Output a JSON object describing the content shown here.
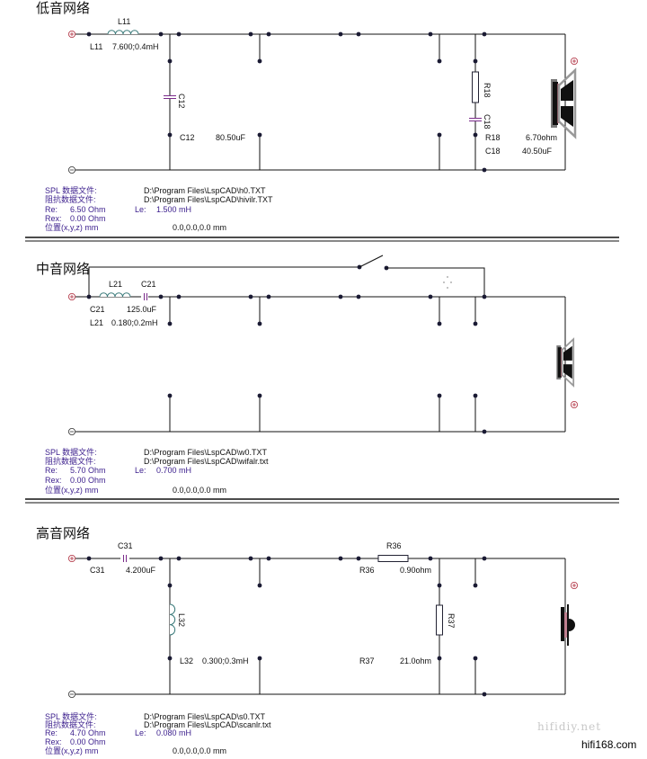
{
  "colors": {
    "wire": "#111111",
    "info_text": "#3a1d8c",
    "terminal": "#b03040",
    "inductor": "#3a7a7a",
    "capacitor": "#7a2a8a"
  },
  "info_labels": {
    "spl": "SPL 数据文件:",
    "imp": "阻抗数据文件:",
    "re": "Re:",
    "rex": "Rex:",
    "le": "Le:",
    "pos": "位置(x,y,z) mm"
  },
  "sections": [
    {
      "title": "低音网络",
      "labels": {
        "l11_top": "L11",
        "l11": "L11",
        "l11_val": "7.600;0.4mH",
        "c12_rot": "C12",
        "c12": "C12",
        "c12_val": "80.50uF",
        "r18_rot": "R18",
        "c18_rot": "C18",
        "r18": "R18",
        "r18_val": "6.70ohm",
        "c18": "C18",
        "c18_val": "40.50uF"
      },
      "info": {
        "spl_file": "D:\\Program Files\\LspCAD\\h0.TXT",
        "imp_file": "D:\\Program Files\\LspCAD\\hivilr.TXT",
        "re": "6.50 Ohm",
        "le": "1.500 mH",
        "rex": "0.00 Ohm",
        "pos": "0.0,0.0,0.0 mm"
      }
    },
    {
      "title": "中音网络",
      "labels": {
        "l21_top": "L21",
        "c21_top": "C21",
        "c21": "C21",
        "c21_val": "125.0uF",
        "l21": "L21",
        "l21_val": "0.180;0.2mH"
      },
      "info": {
        "spl_file": "D:\\Program Files\\LspCAD\\w0.TXT",
        "imp_file": "D:\\Program Files\\LspCAD\\wifalr.txt",
        "re": "5.70 Ohm",
        "le": "0.700 mH",
        "rex": "0.00 Ohm",
        "pos": "0.0,0.0,0.0 mm"
      }
    },
    {
      "title": "高音网络",
      "labels": {
        "c31_top": "C31",
        "c31": "C31",
        "c31_val": "4.200uF",
        "r36_top": "R36",
        "r36": "R36",
        "r36_val": "0.90ohm",
        "l32_rot": "L32",
        "l32": "L32",
        "l32_val": "0.300;0.3mH",
        "r37_rot": "R37",
        "r37": "R37",
        "r37_val": "21.0ohm"
      },
      "info": {
        "spl_file": "D:\\Program Files\\LspCAD\\s0.TXT",
        "imp_file": "D:\\Program Files\\LspCAD\\scanlr.txt",
        "re": "4.70 Ohm",
        "le": "0.080 mH",
        "rex": "0.00 Ohm",
        "pos": "0.0,0.0,0.0 mm"
      }
    }
  ],
  "watermarks": {
    "a": "hifidiy.net",
    "b": "hifi168.com"
  }
}
